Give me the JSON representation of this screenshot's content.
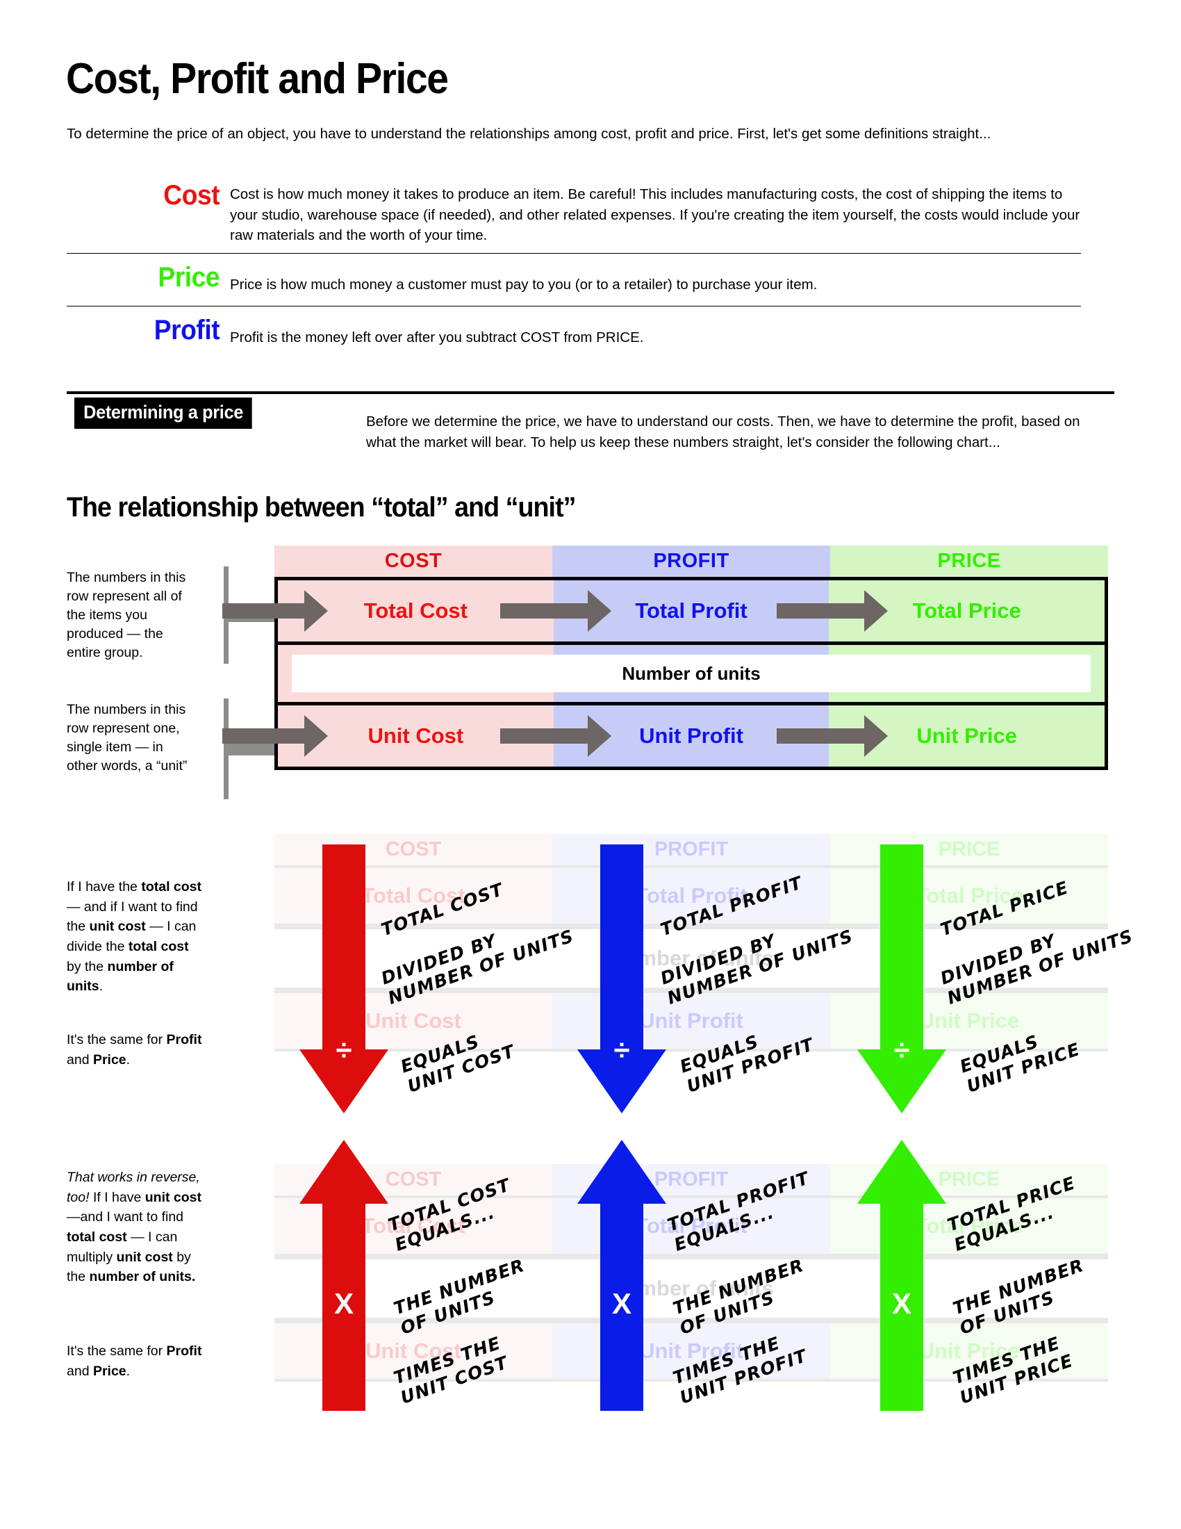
{
  "document": {
    "title": "Cost, Profit and Price",
    "intro": "To determine the price of an object, you have to understand the relationships among cost, profit and price. First, let's get some definitions straight..."
  },
  "definitions": [
    {
      "term": "Cost",
      "color": "#EE1111",
      "body": "Cost is how much money it takes to produce an item. Be careful! This includes manufacturing costs, the cost of shipping the items to your studio, warehouse space (if needed), and other related expenses. If you're creating the item yourself, the costs would include your raw materials and the worth of your time."
    },
    {
      "term": "Price",
      "color": "#33EE00",
      "body": "Price is how much money a customer must pay to you (or to a retailer) to purchase your item."
    },
    {
      "term": "Profit",
      "color": "#1111EE",
      "body": "Profit is the money left over after you subtract COST from PRICE."
    }
  ],
  "determining": {
    "badge": "Determining a price",
    "body": "Before we determine the price, we have to understand our costs. Then, we have to determine the profit, based on what the market will bear. To help us keep these numbers straight, let's consider the following chart..."
  },
  "section_title": "The relationship between “total” and “unit”",
  "table": {
    "headers": [
      "COST",
      "PROFIT",
      "PRICE"
    ],
    "header_colors": [
      "#DD1111",
      "#1111EE",
      "#33EE00"
    ],
    "header_backgrounds": [
      "#FADBDB",
      "#C6CCF6",
      "#D4F6C2"
    ],
    "total_row": [
      "Total Cost",
      "Total Profit",
      "Total Price"
    ],
    "units_row": "Number of units",
    "unit_row": [
      "Unit Cost",
      "Unit Profit",
      "Unit Price"
    ]
  },
  "brackets": {
    "total_note": "The numbers in this row represent all of the items you produced — the entire group.",
    "unit_note": "The numbers in this row represent one, single item — in other words, a “unit”"
  },
  "divide_section": {
    "note_line1_a": "If I have the ",
    "note_line1_b": "total cost",
    "note_line1_c": " — and if I want to find the ",
    "note_line1_d": "unit cost",
    "note_line1_e": " — I can divide the ",
    "note_line1_f": "total cost",
    "note_line1_g": " by the ",
    "note_line1_h": "number of units",
    "note_line1_i": ".",
    "note_line2_a": "It's the same for ",
    "note_line2_b": "Profit",
    "note_line2_c": " and ",
    "note_line2_d": "Price",
    "note_line2_e": ".",
    "operator": "÷",
    "columns": [
      {
        "name": "cost",
        "color": "#DD0D0D",
        "line1": "TOTAL COST",
        "line2": "DIVIDED BY\nNUMBER OF UNITS",
        "line3": "EQUALS\nUNIT COST"
      },
      {
        "name": "profit",
        "color": "#0A1CE8",
        "line1": "TOTAL PROFIT",
        "line2": "DIVIDED BY\nNUMBER OF UNITS",
        "line3": "EQUALS\nUNIT PROFIT"
      },
      {
        "name": "price",
        "color": "#33EE00",
        "line1": "TOTAL PRICE",
        "line2": "DIVIDED BY\nNUMBER OF UNITS",
        "line3": "EQUALS\nUNIT PRICE"
      }
    ]
  },
  "multiply_section": {
    "note_line1_a": "That works in reverse, too!",
    "note_line1_b": " If I have ",
    "note_line1_c": "unit cost",
    "note_line1_d": " —and I want to find ",
    "note_line1_e": "total cost",
    "note_line1_f": " — I can multiply ",
    "note_line1_g": "unit cost",
    "note_line1_h": " by the ",
    "note_line1_i": "number of units.",
    "note_line2_a": "It's the same for ",
    "note_line2_b": "Profit",
    "note_line2_c": " and ",
    "note_line2_d": "Price",
    "note_line2_e": ".",
    "operator": "X",
    "columns": [
      {
        "name": "cost",
        "color": "#DD0D0D",
        "line1": "TOTAL COST\nEQUALS...",
        "line2": "THE NUMBER\nOF UNITS",
        "line3": "TIMES THE\nUNIT COST"
      },
      {
        "name": "profit",
        "color": "#0A1CE8",
        "line1": "TOTAL PROFIT\nEQUALS...",
        "line2": "THE NUMBER\nOF UNITS",
        "line3": "TIMES THE\nUNIT PROFIT"
      },
      {
        "name": "price",
        "color": "#33EE00",
        "line1": "TOTAL PRICE\nEQUALS...",
        "line2": "THE NUMBER\nOF UNITS",
        "line3": "TIMES THE\nUNIT PRICE"
      }
    ]
  }
}
